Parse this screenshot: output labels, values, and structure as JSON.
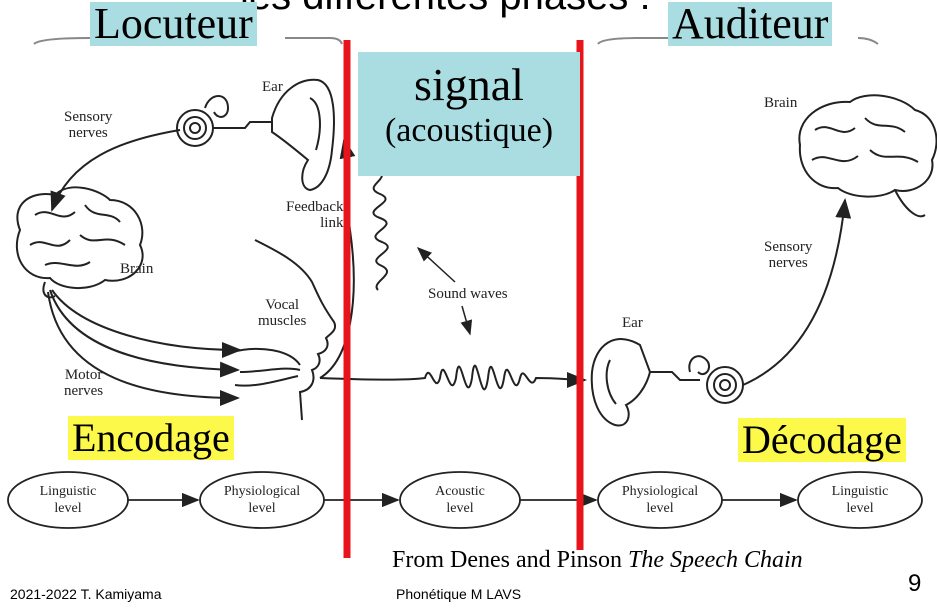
{
  "title": "les différentes phases :",
  "speaker_label": "Locuteur",
  "listener_label": "Auditeur",
  "signal_label": {
    "line1": "signal",
    "line2": "(acoustique)"
  },
  "encoding_label": "Encodage",
  "decoding_label": "Décodage",
  "diagram_labels": {
    "ear_left": "Ear",
    "sensory_nerves_left": [
      "Sensory",
      "nerves"
    ],
    "brain_left": "Brain",
    "feedback_link": [
      "Feedback",
      "link"
    ],
    "vocal_muscles": [
      "Vocal",
      "muscles"
    ],
    "motor_nerves": [
      "Motor",
      "nerves"
    ],
    "sound_waves": "Sound waves",
    "brain_right": "Brain",
    "sensory_nerves_right": [
      "Sensory",
      "nerves"
    ],
    "ear_right": "Ear"
  },
  "levels": [
    {
      "line1": "Linguistic",
      "line2": "level"
    },
    {
      "line1": "Physiological",
      "line2": "level"
    },
    {
      "line1": "Acoustic",
      "line2": "level"
    },
    {
      "line1": "Physiological",
      "line2": "level"
    },
    {
      "line1": "Linguistic",
      "line2": "level"
    }
  ],
  "citation": {
    "prefix": "From Denes and Pinson ",
    "title": "The Speech Chain"
  },
  "footer": {
    "left": "2021-2022  T. Kamiyama",
    "center": "Phonétique M LAVS",
    "page": "9"
  },
  "colors": {
    "divider": "#e8141b",
    "teal": "#a9dde1",
    "yellow": "#fdf94a"
  }
}
